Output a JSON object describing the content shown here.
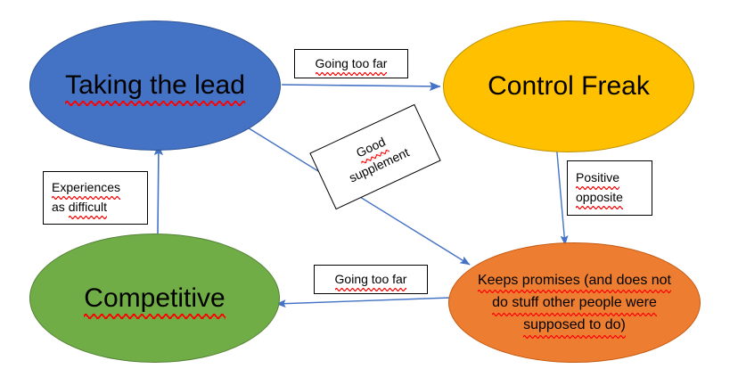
{
  "diagram": {
    "title": "Taking the lead / Control Freak / Competitive / Keeps promises relationship diagram",
    "background": "#FFFFFF",
    "nodes": [
      {
        "id": "taking-the-lead",
        "label": "Taking the lead",
        "shape": "ellipse",
        "fill": "#4472C4",
        "stroke": "#2F5597",
        "text_color": "#000000",
        "spellcheck_underline": true
      },
      {
        "id": "control-freak",
        "label": "Control Freak",
        "shape": "ellipse",
        "fill": "#FFC000",
        "stroke": "#BF9000",
        "text_color": "#000000",
        "spellcheck_underline": false
      },
      {
        "id": "competitive",
        "label": "Competitive",
        "shape": "ellipse",
        "fill": "#70AD47",
        "stroke": "#548235",
        "text_color": "#000000",
        "spellcheck_underline": true
      },
      {
        "id": "keeps-promises",
        "label": "Keeps promises (and does not do stuff other people were supposed to do)",
        "lines": [
          "Keeps promises (and does not",
          "do stuff other people were",
          "supposed to do)"
        ],
        "shape": "ellipse",
        "fill": "#ED7D31",
        "stroke": "#C55A11",
        "text_color": "#000000",
        "spellcheck_underline": true
      }
    ],
    "edges": [
      {
        "id": "taking-the-lead-to-control-freak",
        "from": "taking-the-lead",
        "to": "control-freak",
        "label": "Going too far",
        "label_lines": [
          "Going too far"
        ],
        "color": "#4472C4",
        "arrowhead": "end"
      },
      {
        "id": "taking-the-lead-to-keeps-promises",
        "from": "taking-the-lead",
        "to": "keeps-promises",
        "label": "Good supplement",
        "label_lines": [
          "Good",
          "supplement"
        ],
        "label_rotated": true,
        "color": "#4472C4",
        "arrowhead": "end"
      },
      {
        "id": "control-freak-to-keeps-promises",
        "from": "control-freak",
        "to": "keeps-promises",
        "label": "Positive opposite",
        "label_lines": [
          "Positive",
          "opposite"
        ],
        "color": "#4472C4",
        "arrowhead": "end"
      },
      {
        "id": "keeps-promises-to-competitive",
        "from": "keeps-promises",
        "to": "competitive",
        "label": "Going too far",
        "label_lines": [
          "Going too far"
        ],
        "color": "#4472C4",
        "arrowhead": "end"
      },
      {
        "id": "competitive-to-taking-the-lead",
        "from": "competitive",
        "to": "taking-the-lead",
        "label": "Experiences as difficult",
        "label_lines": [
          "Experiences",
          "as difficult"
        ],
        "color": "#4472C4",
        "arrowhead": "end"
      }
    ]
  }
}
